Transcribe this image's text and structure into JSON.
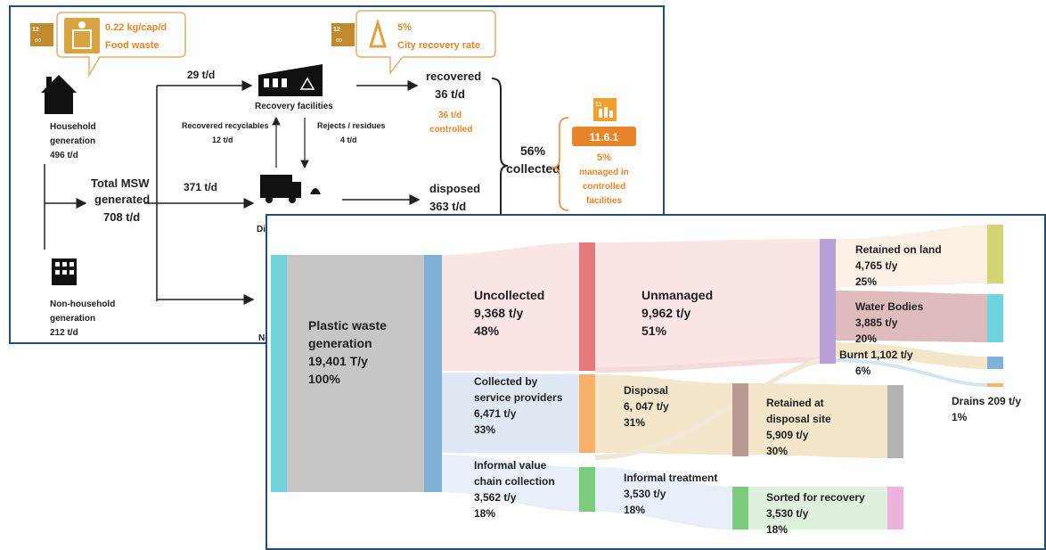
{
  "msw": {
    "food_waste": {
      "value": "0.22 kg/cap/d",
      "label": "Food waste"
    },
    "city_recovery": {
      "value": "5%",
      "label": "City recovery rate"
    },
    "household": {
      "line1": "Household",
      "line2": "generation",
      "value": "496 t/d"
    },
    "non_household": {
      "line1": "Non-household",
      "line2": "generation",
      "value": "212 t/d"
    },
    "total": {
      "line1": "Total MSW",
      "line2": "generated",
      "value": "708 t/d"
    },
    "flow_recovery": "29 t/d",
    "flow_disposal": "371 t/d",
    "recovery_facilities": "Recovery facilities",
    "recovered_recyclables": {
      "label": "Recovered recyclables",
      "value": "12 t/d"
    },
    "rejects": {
      "label": "Rejects / residues",
      "value": "4 t/d"
    },
    "recovered": {
      "label": "recovered",
      "value": "36 t/d"
    },
    "controlled": {
      "value": "36 t/d",
      "label": "controlled"
    },
    "disposed": {
      "label": "disposed",
      "value": "363 t/d"
    },
    "collected": {
      "value": "56%",
      "label": "collected"
    },
    "sdg_badge": "11.6.1",
    "managed": {
      "value": "5%",
      "line1": "managed in",
      "line2": "controlled",
      "line3": "facilities"
    },
    "disposal_partial": "Dis",
    "non_partial": "No",
    "sdg_icon_num": "12",
    "sdg11_num": "11"
  },
  "plastic": {
    "generation": {
      "line1": "Plastic waste",
      "line2": "generation",
      "value": "19,401 T/y",
      "pct": "100%"
    },
    "uncollected": {
      "label": "Uncollected",
      "value": "9,368 t/y",
      "pct": "48%"
    },
    "collected_sp": {
      "line1": "Collected by",
      "line2": "service providers",
      "value": "6,471 t/y",
      "pct": "33%"
    },
    "informal_collection": {
      "line1": "Informal value",
      "line2": "chain collection",
      "value": "3,562 t/y",
      "pct": "18%"
    },
    "unmanaged": {
      "label": "Unmanaged",
      "value": "9,962 t/y",
      "pct": "51%"
    },
    "disposal": {
      "label": "Disposal",
      "value": "6, 047 t/y",
      "pct": "31%"
    },
    "informal_treatment": {
      "label": "Informal treatment",
      "value": "3,530 t/y",
      "pct": "18%"
    },
    "retained_land": {
      "label": "Retained on land",
      "value": "4,765 t/y",
      "pct": "25%"
    },
    "water_bodies": {
      "label": "Water Bodies",
      "value": "3,885 t/y",
      "pct": "20%"
    },
    "burnt": {
      "label": "Burnt 1,102 t/y",
      "pct": "6%"
    },
    "drains": {
      "label": "Drains 209 t/y",
      "pct": "1%"
    },
    "retained_disposal": {
      "line1": "Retained at",
      "line2": "disposal site",
      "value": "5,909 t/y",
      "pct": "30%"
    },
    "sorted_recovery": {
      "label": "Sorted for recovery",
      "value": "3,530 t/y",
      "pct": "18%"
    }
  },
  "colors": {
    "orange": "#e8852a",
    "border": "#1f4e79",
    "gray_node": "#c6c6c6",
    "teal": "#72d3dc",
    "blue": "#7fb0d8",
    "red": "#e57a7d",
    "orange_node": "#f6b26b",
    "green": "#7dcc7d",
    "purple": "#b9a0d8",
    "khaki": "#d3d474",
    "cyan": "#6fd3e0",
    "pink": "#eeb2de"
  }
}
